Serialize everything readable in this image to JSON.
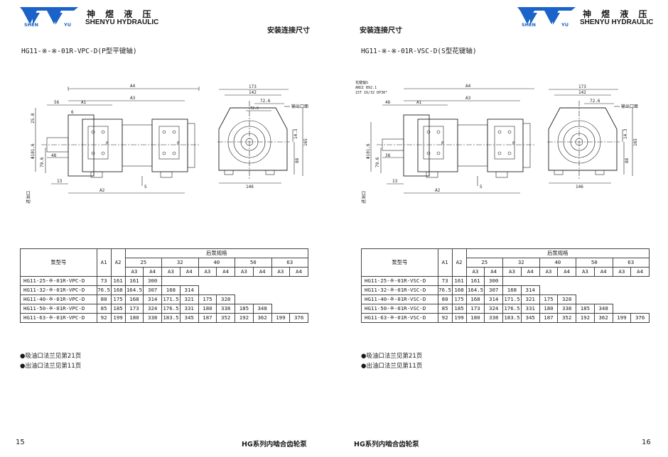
{
  "header": {
    "brand_cn": "神 煜 液 压",
    "brand_en": "SHENYU HYDRAULIC",
    "logo_left": "SHEN",
    "logo_right": "YU",
    "section_title": "安装连接尺寸"
  },
  "pages": [
    {
      "model_title": "HG11-※-※-01R-VPC-D(P型平键轴)",
      "dims": {
        "A4": "A4",
        "A3": "A3",
        "A1": "A1",
        "A2": "A2",
        "d56": "56",
        "d6": "6",
        "d25": "25.0",
        "d48": "48",
        "d79": "79.6",
        "d13": "13",
        "d101": "Φ101.6",
        "P": "P",
        "S": "S",
        "in_port": "进油口",
        "d173": "173",
        "d142": "142",
        "d72": "72.6",
        "d72b": "72.6",
        "out_port": "输出口面",
        "d143": "14.3",
        "d165": "165",
        "d88": "88",
        "d146": "146"
      },
      "table": {
        "head_model": "泵型号",
        "head_a1": "A1",
        "head_a2": "A2",
        "head_rear": "后泵规格",
        "sizes": [
          "25",
          "32",
          "40",
          "50",
          "63"
        ],
        "sub": [
          "A3",
          "A4",
          "A3",
          "A4",
          "A3",
          "A4",
          "A3",
          "A4",
          "A3",
          "A4"
        ],
        "rows": [
          {
            "model": "HG11-25-※-01R-VPC-D",
            "a1": "73",
            "a2": "161",
            "v": [
              "161",
              "300"
            ]
          },
          {
            "model": "HG11-32-※-01R-VPC-D",
            "a1": "76.5",
            "a2": "168",
            "v": [
              "164.5",
              "307",
              "168",
              "314"
            ]
          },
          {
            "model": "HG11-40-※-01R-VPC-D",
            "a1": "80",
            "a2": "175",
            "v": [
              "168",
              "314",
              "171.5",
              "321",
              "175",
              "328"
            ]
          },
          {
            "model": "HG11-50-※-01R-VPC-D",
            "a1": "85",
            "a2": "185",
            "v": [
              "173",
              "324",
              "176.5",
              "331",
              "180",
              "338",
              "185",
              "348"
            ]
          },
          {
            "model": "HG11-63-※-01R-VPC-D",
            "a1": "92",
            "a2": "199",
            "v": [
              "180",
              "338",
              "183.5",
              "345",
              "187",
              "352",
              "192",
              "362",
              "199",
              "376"
            ]
          }
        ]
      },
      "notes": [
        "●吸油口法兰见第21页",
        "●出油口法兰见第11页"
      ],
      "footer": "HG系列内啮合齿轮泵",
      "page_number": "15"
    },
    {
      "model_title": "HG11-※-※-01R-VSC-D(S型花键轴)",
      "dims": {
        "spline1": "花键轴S",
        "spline2": "ANSI B92.1",
        "spline3": "15T 16/32 DP30°",
        "A4": "A4",
        "A3": "A3",
        "A1": "A1",
        "A2": "A2",
        "d46": "46",
        "d38": "38",
        "d79": "79.6",
        "d13": "13",
        "d101": "Φ101.6",
        "P": "P",
        "S": "S",
        "in_port": "进油口",
        "d173": "173",
        "d142": "142",
        "d72": "72.6",
        "out_port": "输出口面",
        "d143": "14.3",
        "d165": "165",
        "d88": "88",
        "d146": "146"
      },
      "table": {
        "head_model": "泵型号",
        "head_a1": "A1",
        "head_a2": "A2",
        "head_rear": "后泵规格",
        "sizes": [
          "25",
          "32",
          "40",
          "50",
          "63"
        ],
        "sub": [
          "A3",
          "A4",
          "A3",
          "A4",
          "A3",
          "A4",
          "A3",
          "A4",
          "A3",
          "A4"
        ],
        "rows": [
          {
            "model": "HG11-25-※-01R-VSC-D",
            "a1": "73",
            "a2": "161",
            "v": [
              "161",
              "300"
            ]
          },
          {
            "model": "HG11-32-※-01R-VSC-D",
            "a1": "76.5",
            "a2": "168",
            "v": [
              "164.5",
              "307",
              "168",
              "314"
            ]
          },
          {
            "model": "HG11-40-※-01R-VSC-D",
            "a1": "80",
            "a2": "175",
            "v": [
              "168",
              "314",
              "171.5",
              "321",
              "175",
              "328"
            ]
          },
          {
            "model": "HG11-50-※-01R-VSC-D",
            "a1": "85",
            "a2": "185",
            "v": [
              "173",
              "324",
              "176.5",
              "331",
              "180",
              "338",
              "185",
              "348"
            ]
          },
          {
            "model": "HG11-63-※-01R-VSC-D",
            "a1": "92",
            "a2": "199",
            "v": [
              "180",
              "338",
              "183.5",
              "345",
              "187",
              "352",
              "192",
              "362",
              "199",
              "376"
            ]
          }
        ]
      },
      "notes": [
        "●吸油口法兰见第21页",
        "●出油口法兰见第11页"
      ],
      "footer": "HG系列内啮合齿轮泵",
      "page_number": "16"
    }
  ]
}
